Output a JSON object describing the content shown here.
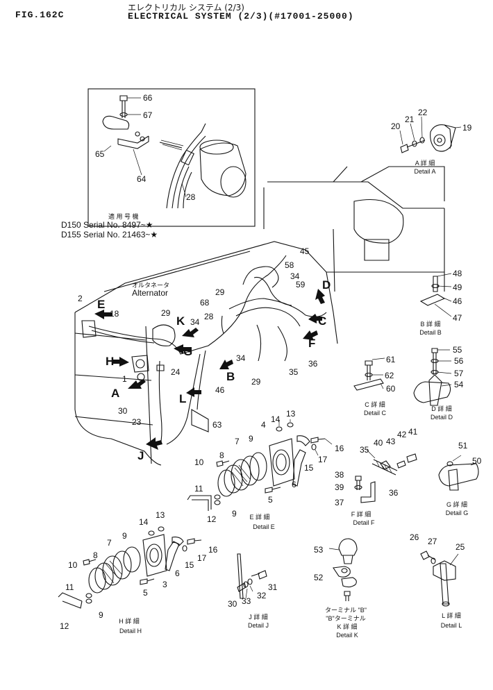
{
  "header": {
    "fig": "FIG.162C",
    "title_jp": "エレクトリカル システム (2/3)",
    "title_en": "ELECTRICAL SYSTEM (2/3)(#17001-25000)"
  },
  "inset": {
    "serial_header_jp": "適 用 号 機",
    "serial_rows": [
      {
        "model": "D150",
        "serial": "Serial No. 8497~★"
      },
      {
        "model": "D155",
        "serial": "Serial No. 21463~★"
      }
    ]
  },
  "alternator": {
    "label_jp": "オルタネータ",
    "label_en": "Alternator"
  },
  "view_letters": [
    "A",
    "B",
    "C",
    "D",
    "E",
    "F",
    "G",
    "H",
    "J",
    "K",
    "L"
  ],
  "details": {
    "A": {
      "jp": "A 詳 細",
      "en": "Detail A"
    },
    "B": {
      "jp": "B 詳 細",
      "en": "Detail B"
    },
    "C": {
      "jp": "C 詳 細",
      "en": "Detail C"
    },
    "D": {
      "jp": "D 詳 細",
      "en": "Detail D"
    },
    "E": {
      "jp": "E 詳 細",
      "en": "Detail E"
    },
    "F": {
      "jp": "F 詳 細",
      "en": "Detail F"
    },
    "G": {
      "jp": "G 詳 細",
      "en": "Detail G"
    },
    "H": {
      "jp": "H 詳 細",
      "en": "Detail H"
    },
    "J": {
      "jp": "J 詳 細",
      "en": "Detail J"
    },
    "K": {
      "jp": "K 詳 細",
      "en": "Detail K"
    },
    "L": {
      "jp": "L 詳 細",
      "en": "Detail L"
    }
  },
  "terminal_b": {
    "jp": "ターミナル \"B\"",
    "en": "\"B\"ターミナル"
  },
  "part_numbers": [
    "1",
    "2",
    "3",
    "4",
    "5",
    "6",
    "7",
    "8",
    "9",
    "10",
    "11",
    "12",
    "13",
    "14",
    "15",
    "16",
    "17",
    "18",
    "19",
    "20",
    "21",
    "22",
    "23",
    "24",
    "25",
    "26",
    "27",
    "28",
    "29",
    "30",
    "31",
    "32",
    "33",
    "34",
    "35",
    "36",
    "37",
    "38",
    "39",
    "40",
    "41",
    "42",
    "43",
    "45",
    "46",
    "47",
    "48",
    "49",
    "50",
    "51",
    "52",
    "53",
    "54",
    "55",
    "56",
    "57",
    "58",
    "59",
    "60",
    "61",
    "62",
    "63",
    "64",
    "65",
    "66",
    "67",
    "68"
  ]
}
